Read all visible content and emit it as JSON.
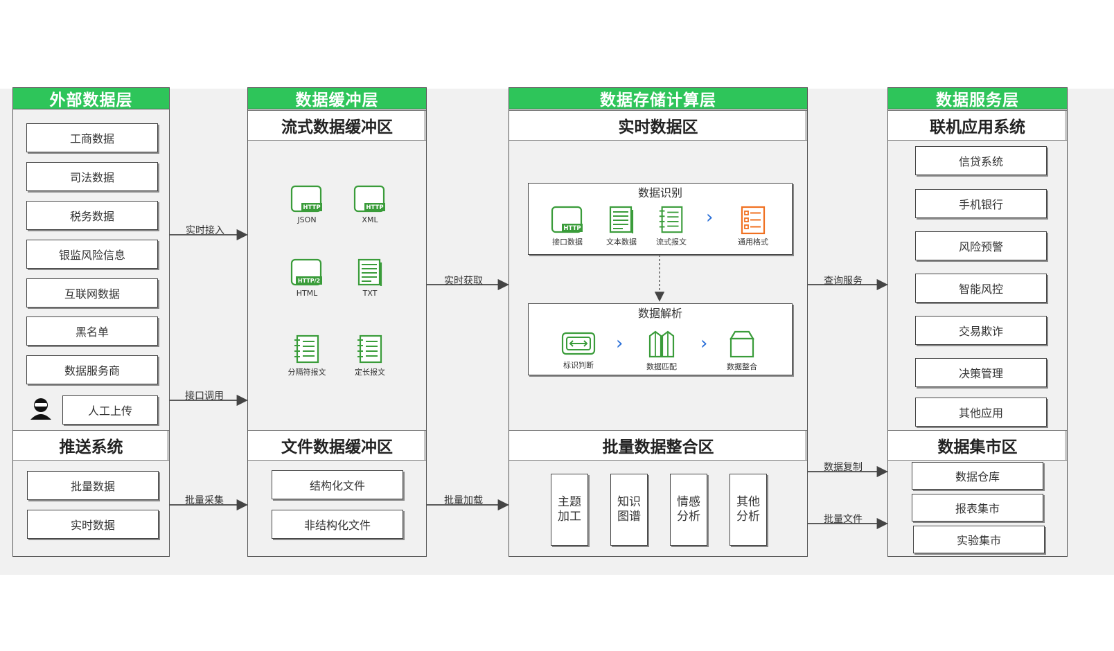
{
  "external_layer": {
    "header": "外部数据层",
    "sources": [
      "工商数据",
      "司法数据",
      "税务数据",
      "银监风险信息",
      "互联网数据",
      "黑名单",
      "数据服务商"
    ],
    "manual_upload": "人工上传",
    "push_system_title": "推送系统",
    "push_items": [
      "批量数据",
      "实时数据"
    ]
  },
  "buffer_layer": {
    "header": "数据缓冲层",
    "stream_title": "流式数据缓冲区",
    "stream_formats": [
      {
        "label": "JSON",
        "icon": "http-icon",
        "badge": "HTTP"
      },
      {
        "label": "XML",
        "icon": "http-icon",
        "badge": "HTTP"
      },
      {
        "label": "HTML",
        "icon": "http2-icon",
        "badge": "HTTP/2"
      },
      {
        "label": "TXT",
        "icon": "document-icon"
      },
      {
        "label": "分隔符报文",
        "icon": "notebook-icon"
      },
      {
        "label": "定长报文",
        "icon": "notebook-icon"
      }
    ],
    "file_title": "文件数据缓冲区",
    "file_items": [
      "结构化文件",
      "非结构化文件"
    ]
  },
  "storage_layer": {
    "header": "数据存储计算层",
    "realtime_title": "实时数据区",
    "recognition": {
      "title": "数据识别",
      "items": [
        {
          "label": "接口数据",
          "icon": "http-icon",
          "badge": "HTTP"
        },
        {
          "label": "文本数据",
          "icon": "document-icon"
        },
        {
          "label": "流式报文",
          "icon": "notebook-icon"
        },
        {
          "label": "通用格式",
          "icon": "list-icon"
        }
      ]
    },
    "parsing": {
      "title": "数据解析",
      "items": [
        {
          "label": "标识判断",
          "icon": "identify-icon"
        },
        {
          "label": "数据匹配",
          "icon": "match-icon"
        },
        {
          "label": "数据整合",
          "icon": "box-icon"
        }
      ]
    },
    "batch_title": "批量数据整合区",
    "batch_items": [
      "主题加工",
      "知识图谱",
      "情感分析",
      "其他分析"
    ]
  },
  "service_layer": {
    "header": "数据服务层",
    "online_title": "联机应用系统",
    "online_items": [
      "信贷系统",
      "手机银行",
      "风险预警",
      "智能风控",
      "交易欺诈",
      "决策管理",
      "其他应用"
    ],
    "mart_title": "数据集市区",
    "mart_items": [
      "数据仓库",
      "报表集市",
      "实验集市"
    ]
  },
  "connectors": {
    "realtime_access": "实时接入",
    "api_call": "接口调用",
    "batch_collect": "批量采集",
    "realtime_fetch": "实时获取",
    "batch_load": "批量加载",
    "query_service": "查询服务",
    "data_copy": "数据复制",
    "batch_file": "批量文件"
  },
  "colors": {
    "header_green": "#2ec55a",
    "icon_green": "#3a9c3a",
    "icon_orange": "#f07020",
    "chevron_blue": "#2a6fd8"
  }
}
